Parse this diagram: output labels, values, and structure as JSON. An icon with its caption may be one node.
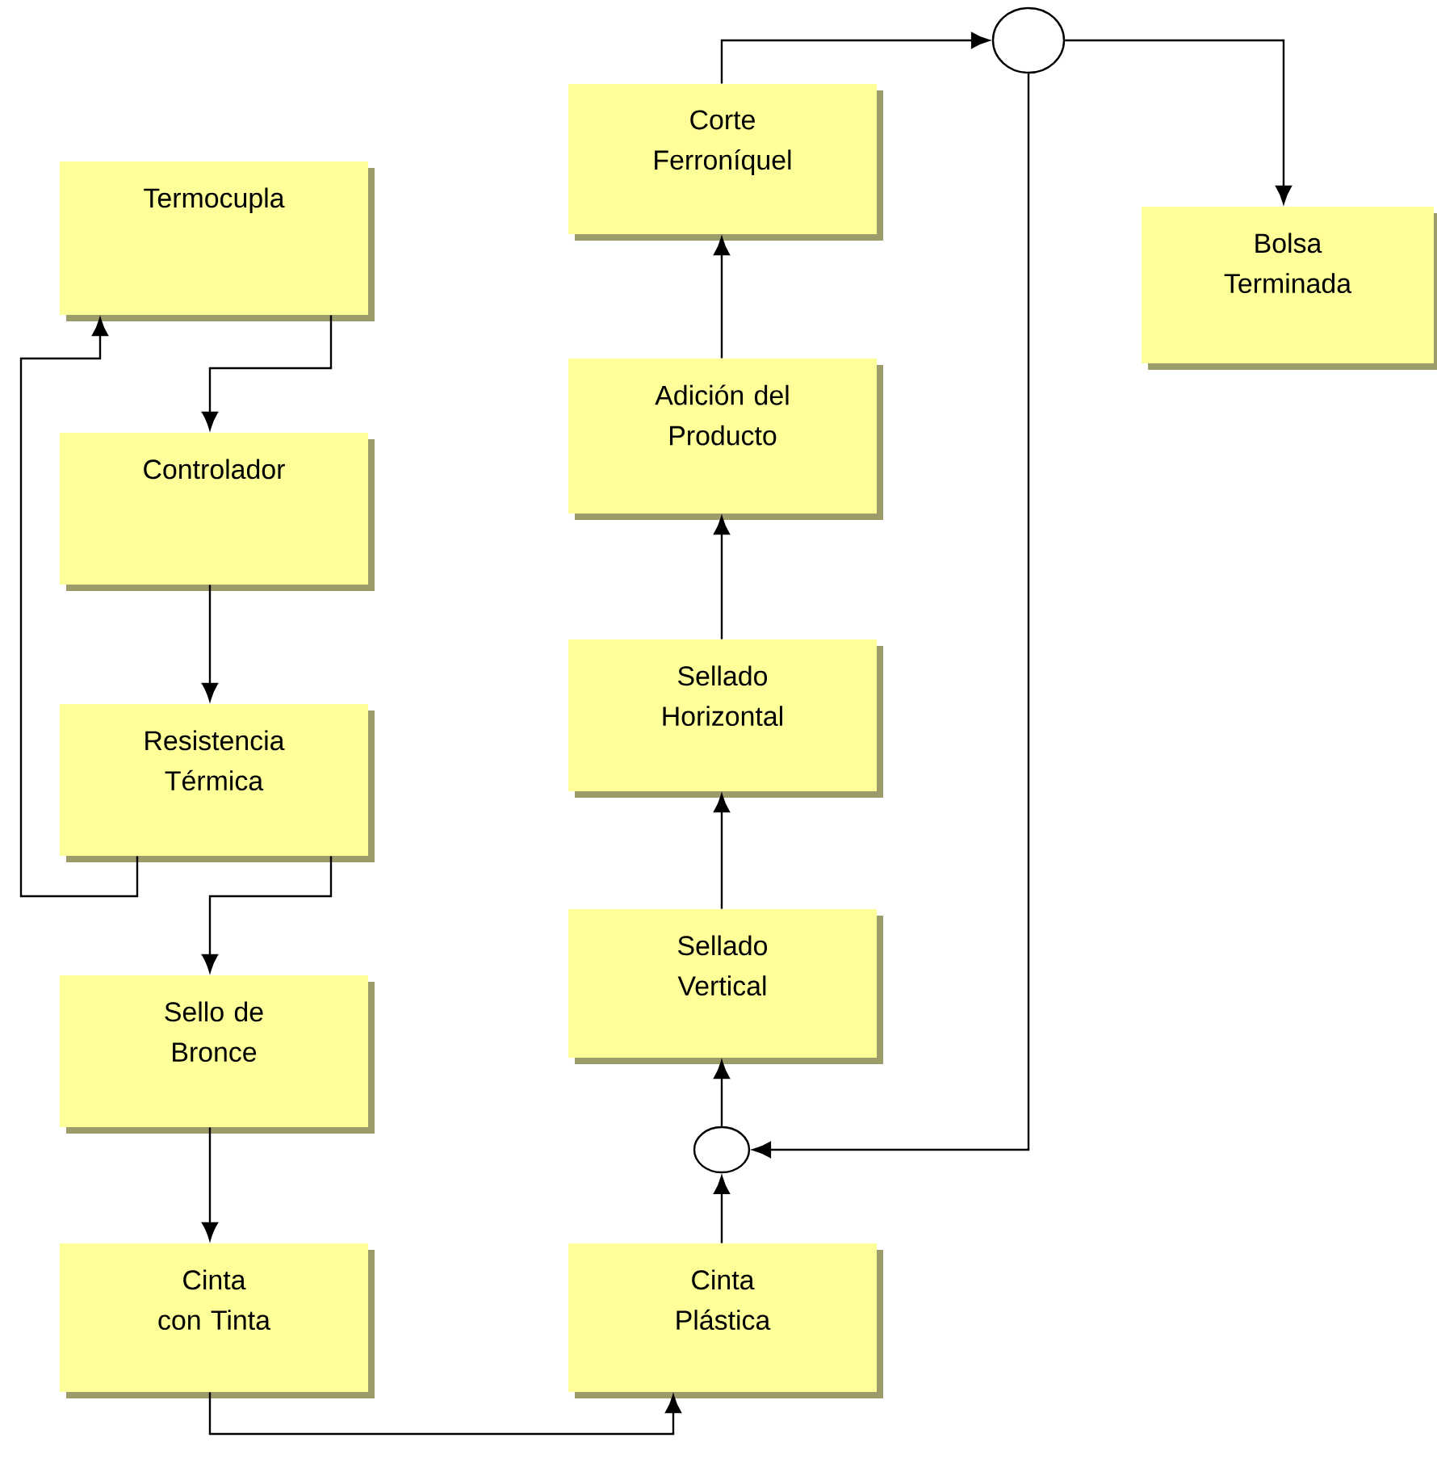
{
  "diagram": {
    "nodes": [
      {
        "text": [
          "Termocupla"
        ]
      },
      {
        "text": [
          "Controlador"
        ]
      },
      {
        "text": [
          "Resistencia Térmica"
        ]
      },
      {
        "text": [
          "Sello de Bronce"
        ]
      },
      {
        "text": [
          "Cinta con Tinta"
        ]
      },
      {
        "text": [
          "Cinta Plástica"
        ]
      },
      {
        "text": [],
        "shape": "circle"
      },
      {
        "text": [
          "Sellado Vertical"
        ]
      },
      {
        "text": [
          "Sellado Horizontal"
        ]
      },
      {
        "text": [
          "Adición del Producto"
        ]
      },
      {
        "text": [
          "Corte Ferroníquel"
        ]
      },
      {
        "text": [],
        "shape": "circle"
      },
      {
        "text": [
          "Bolsa Terminada"
        ]
      }
    ],
    "edges": [
      {
        "from": 0,
        "to": 1,
        "arrow": "to"
      },
      {
        "from": 1,
        "to": 2,
        "arrow": "to"
      },
      {
        "from": 2,
        "to": 0,
        "arrow": "to"
      },
      {
        "from": 2,
        "to": 3,
        "arrow": "to"
      },
      {
        "from": 3,
        "to": 4,
        "arrow": "to"
      },
      {
        "from": 4,
        "to": 5,
        "arrow": "to"
      },
      {
        "from": 5,
        "to": 6,
        "arrow": "to"
      },
      {
        "from": 6,
        "to": 7,
        "arrow": "to"
      },
      {
        "from": 7,
        "to": 8,
        "arrow": "to"
      },
      {
        "from": 8,
        "to": 9,
        "arrow": "to"
      },
      {
        "from": 9,
        "to": 10,
        "arrow": "to"
      },
      {
        "from": 10,
        "to": 11,
        "arrow": "to"
      },
      {
        "from": 11,
        "to": 12,
        "arrow": "to"
      },
      {
        "from": 11,
        "to": 6,
        "arrow": "to"
      }
    ]
  }
}
